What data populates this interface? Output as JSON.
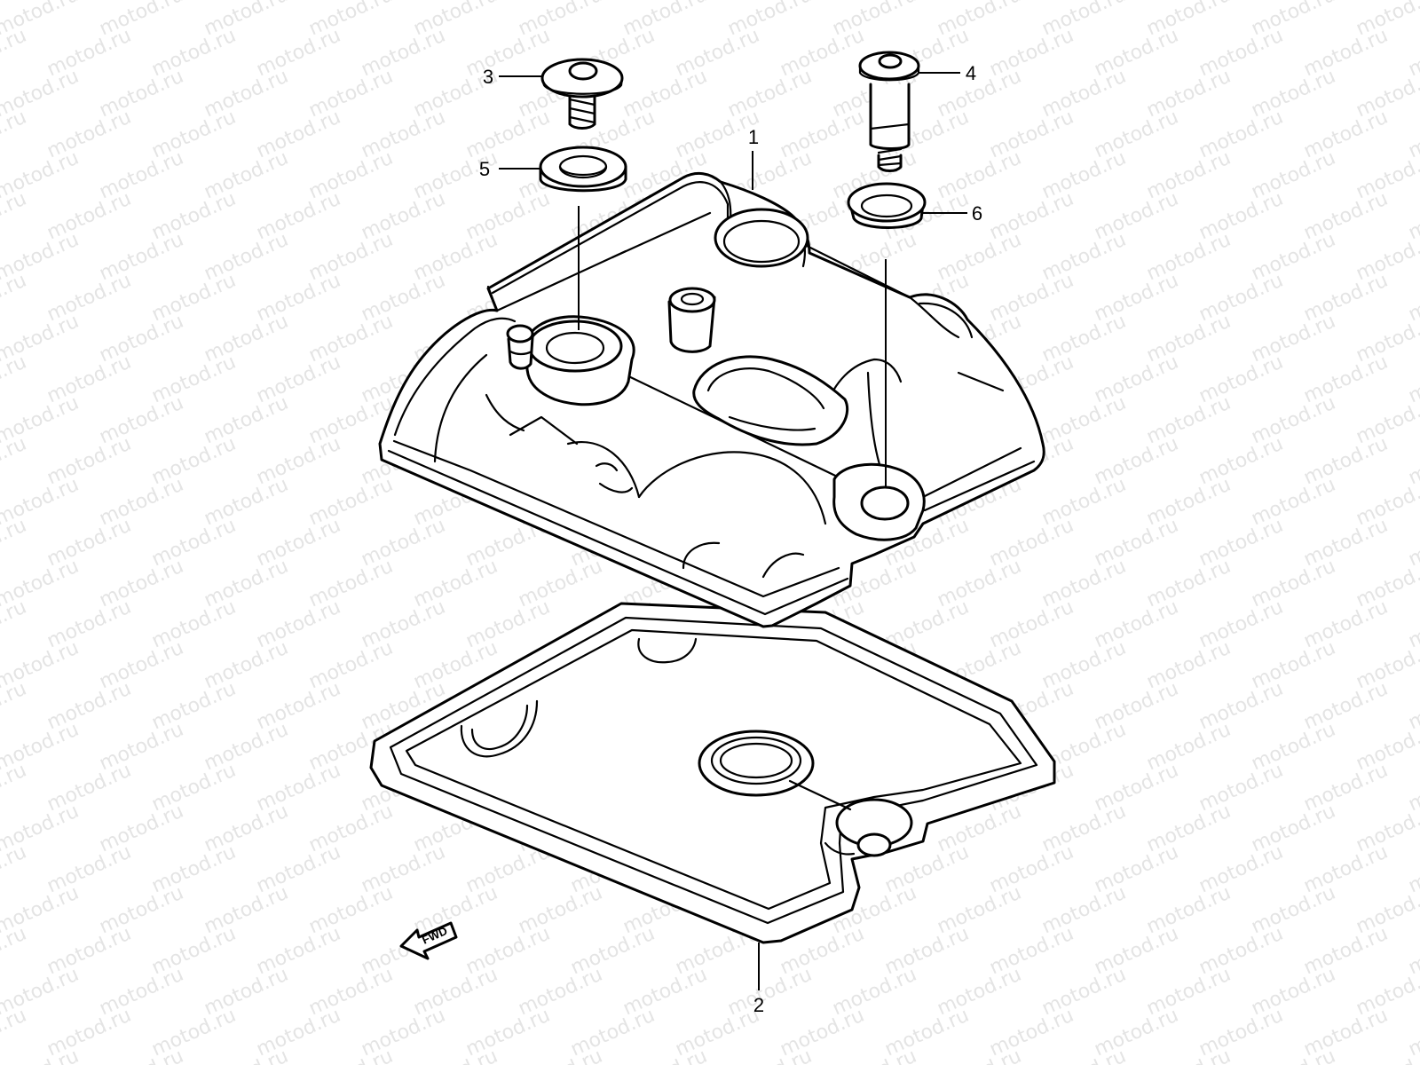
{
  "watermark": {
    "text": "motod.ru",
    "color": "#e4e4e4"
  },
  "direction_marker": {
    "label": "FWD",
    "icon": "forward-arrow-icon"
  },
  "callouts": [
    {
      "id": "callout-1",
      "number": "1",
      "part": "cylinder-head-cover"
    },
    {
      "id": "callout-2",
      "number": "2",
      "part": "cover-gasket"
    },
    {
      "id": "callout-3",
      "number": "3",
      "part": "cover-bolt"
    },
    {
      "id": "callout-4",
      "number": "4",
      "part": "cover-bolt-long"
    },
    {
      "id": "callout-5",
      "number": "5",
      "part": "bolt-seal-washer"
    },
    {
      "id": "callout-6",
      "number": "6",
      "part": "rubber-grommet"
    }
  ]
}
